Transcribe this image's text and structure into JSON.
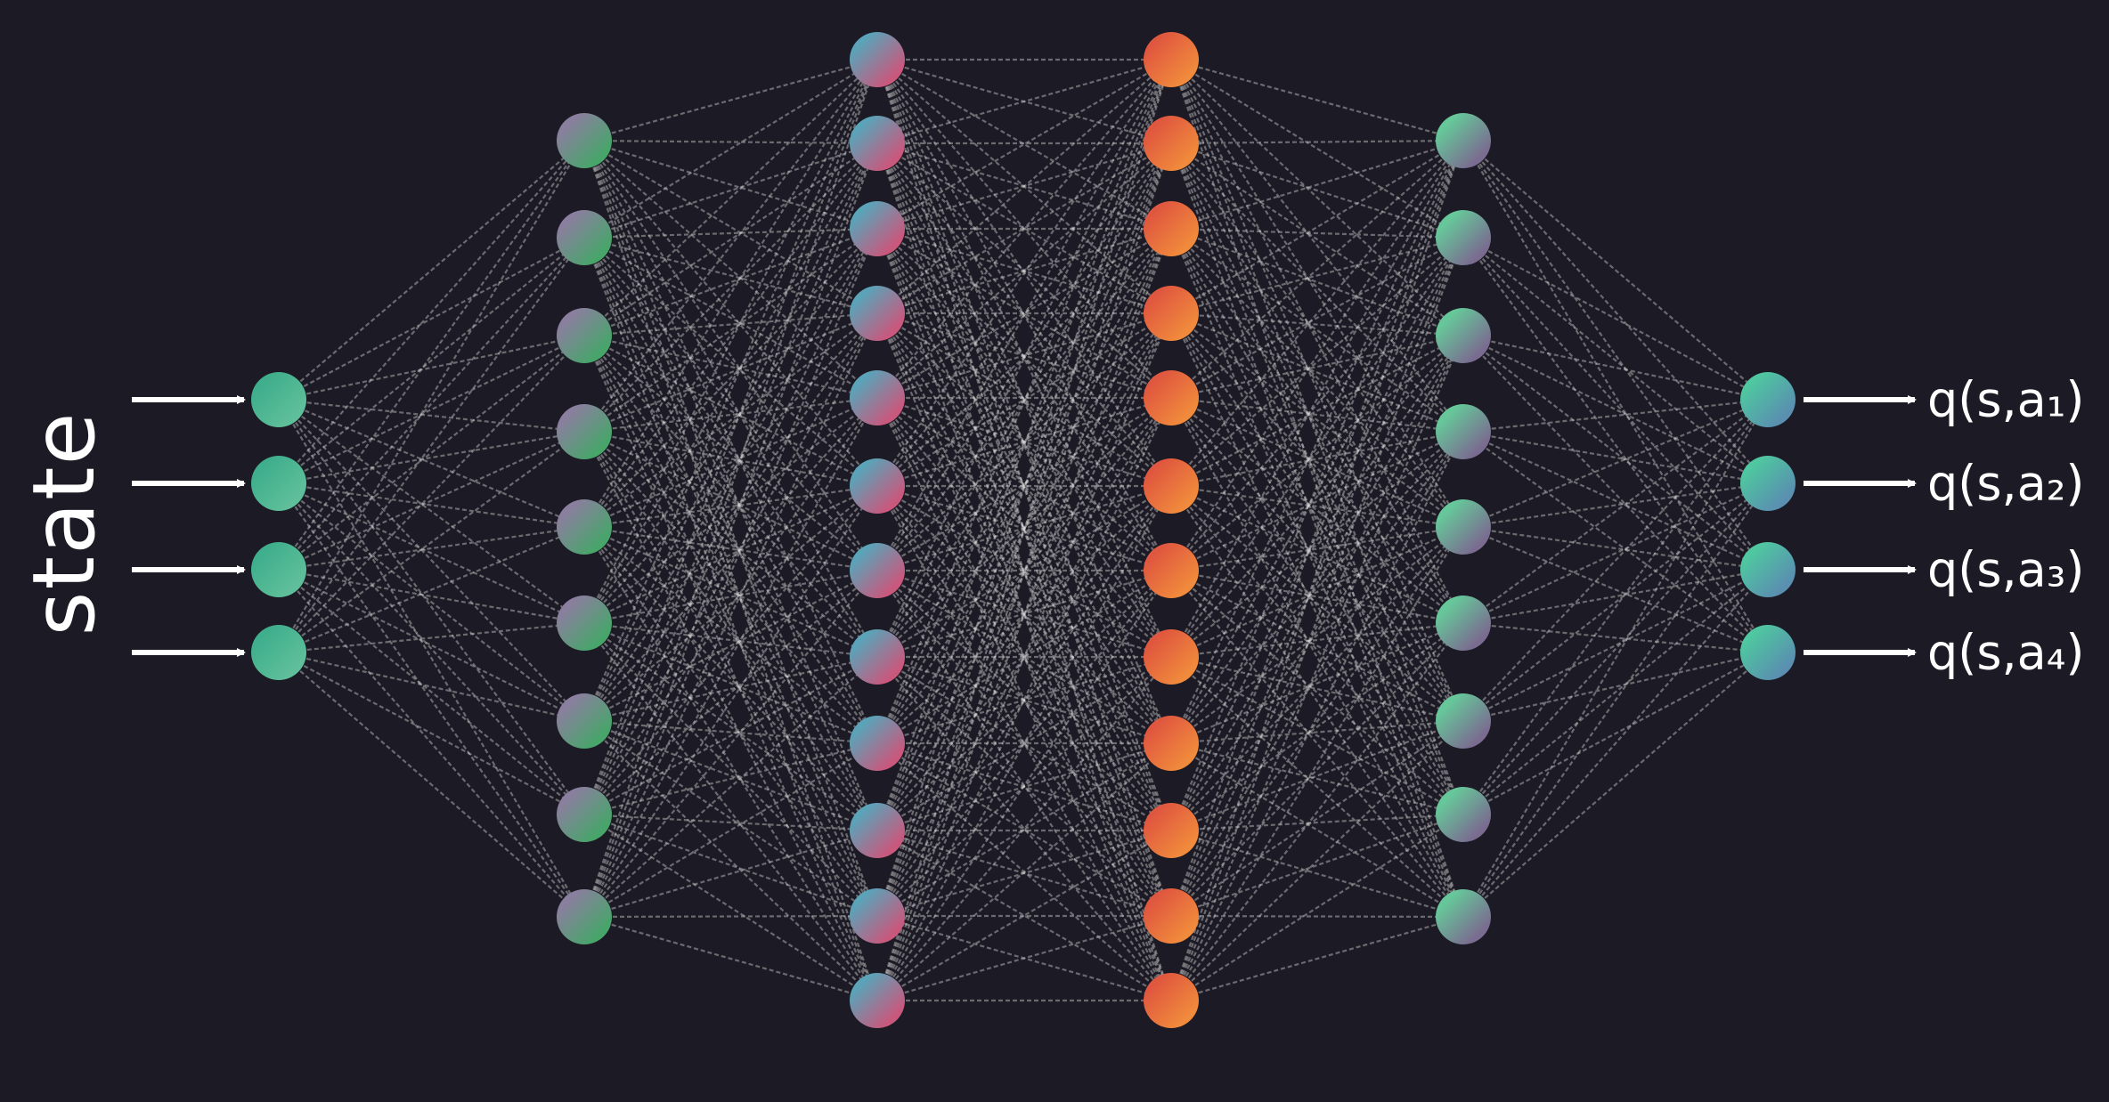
{
  "diagram": {
    "input_label": "state",
    "output_labels": [
      "q(s,a₁)",
      "q(s,a₂)",
      "q(s,a₃)",
      "q(s,a₄)"
    ],
    "layers": [
      {
        "nodes": 4,
        "colors": [
          "#3fae8c",
          "#5fbf9a"
        ]
      },
      {
        "nodes": 9,
        "colors": [
          "#8a7f9e",
          "#47a56a"
        ]
      },
      {
        "nodes": 12,
        "colors": [
          "#5aa3b8",
          "#c9587d"
        ]
      },
      {
        "nodes": 12,
        "colors": [
          "#e0573f",
          "#f08a3c"
        ]
      },
      {
        "nodes": 9,
        "colors": [
          "#66c89a",
          "#7a6c90"
        ]
      },
      {
        "nodes": 4,
        "colors": [
          "#4fc7a0",
          "#5a8fb0"
        ]
      }
    ],
    "colors": {
      "background": "#1c1a24",
      "connection": "#d8d8d8",
      "text": "#ffffff"
    }
  }
}
